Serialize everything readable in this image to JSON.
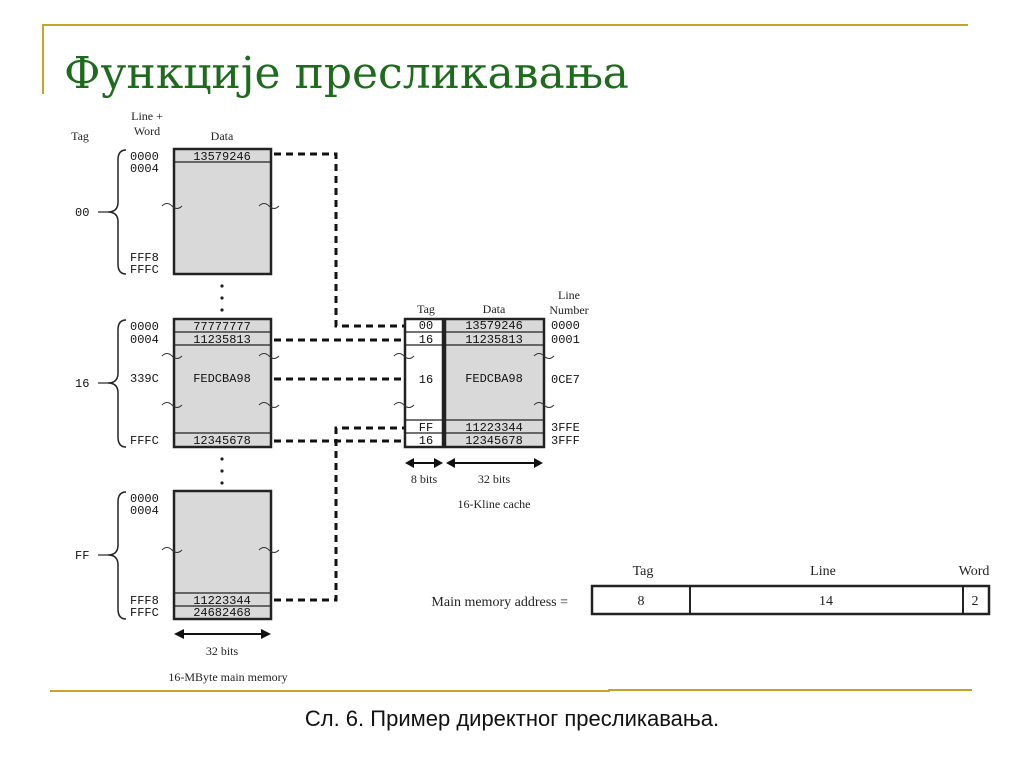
{
  "slide": {
    "title": "Функције пресликавања",
    "caption": "Сл. 6. Пример директног пресликавања.",
    "accent_color": "#c9a227",
    "title_color": "#1e6b1e"
  },
  "main_memory": {
    "header_tag": "Tag",
    "header_line_word_1": "Line +",
    "header_line_word_2": "Word",
    "header_data": "Data",
    "groups": [
      {
        "tag": "00",
        "rows": [
          {
            "addr": "0000",
            "data": "13579246"
          },
          {
            "addr": "0004",
            "data": ""
          },
          {
            "addr": "FFF8",
            "data": ""
          },
          {
            "addr": "FFFC",
            "data": ""
          }
        ]
      },
      {
        "tag": "16",
        "rows": [
          {
            "addr": "0000",
            "data": "77777777"
          },
          {
            "addr": "0004",
            "data": "11235813"
          },
          {
            "addr": "339C",
            "data": "FEDCBA98"
          },
          {
            "addr": "FFFC",
            "data": "12345678"
          }
        ]
      },
      {
        "tag": "FF",
        "rows": [
          {
            "addr": "0000",
            "data": ""
          },
          {
            "addr": "0004",
            "data": ""
          },
          {
            "addr": "FFF8",
            "data": "11223344"
          },
          {
            "addr": "FFFC",
            "data": "24682468"
          }
        ]
      }
    ],
    "width_label": "32 bits",
    "label": "16-MByte main memory"
  },
  "cache": {
    "header_tag": "Tag",
    "header_data": "Data",
    "header_line_1": "Line",
    "header_line_2": "Number",
    "rows": [
      {
        "tag": "00",
        "data": "13579246",
        "line": "0000"
      },
      {
        "tag": "16",
        "data": "11235813",
        "line": "0001"
      },
      {
        "tag": "16",
        "data": "FEDCBA98",
        "line": "0CE7"
      },
      {
        "tag": "FF",
        "data": "11223344",
        "line": "3FFE"
      },
      {
        "tag": "16",
        "data": "12345678",
        "line": "3FFF"
      }
    ],
    "tag_width_label": "8 bits",
    "data_width_label": "32 bits",
    "label": "16-Kline cache"
  },
  "address": {
    "label": "Main memory address =",
    "fields": [
      {
        "name": "Tag",
        "bits": "8"
      },
      {
        "name": "Line",
        "bits": "14"
      },
      {
        "name": "Word",
        "bits": "2"
      }
    ]
  }
}
